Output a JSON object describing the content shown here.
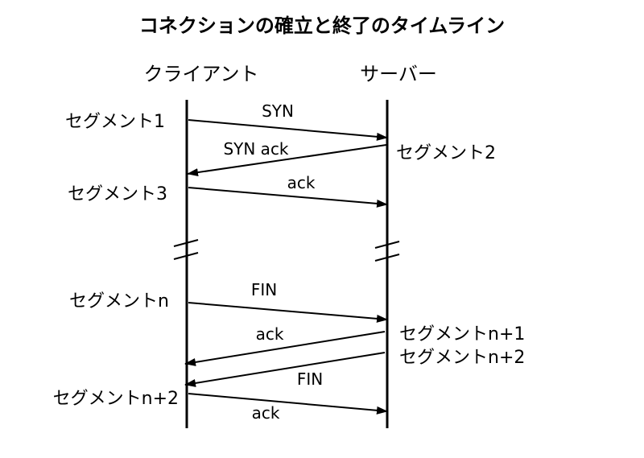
{
  "title": "コネクションの確立と終了のタイムライン",
  "actors": {
    "client": "クライアント",
    "server": "サーバー"
  },
  "messages": [
    {
      "label": "SYN"
    },
    {
      "label": "SYN ack"
    },
    {
      "label": "ack"
    },
    {
      "label": "FIN"
    },
    {
      "label": "ack"
    },
    {
      "label": "FIN"
    },
    {
      "label": "ack"
    }
  ],
  "segments": {
    "client": [
      "セグメント1",
      "セグメント3",
      "セグメントn",
      "セグメントn+2"
    ],
    "server": [
      "セグメント2",
      "セグメントn+1",
      "セグメントn+2"
    ]
  },
  "colors": {
    "line": "#000000",
    "background": "#ffffff"
  }
}
